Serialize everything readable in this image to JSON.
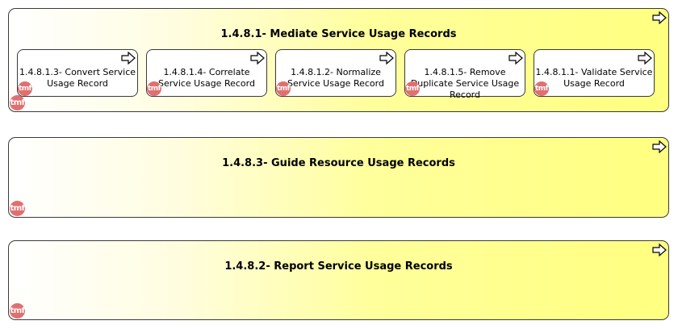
{
  "groups": [
    {
      "title": "1.4.8.1- Mediate Service Usage Records",
      "children": [
        {
          "label": "1.4.8.1.3- Convert Service Usage Record"
        },
        {
          "label": "1.4.8.1.4- Correlate Service Usage Record"
        },
        {
          "label": "1.4.8.1.2- Normalize Service Usage Record"
        },
        {
          "label": "1.4.8.1.5- Remove Duplicate Service Usage Record"
        },
        {
          "label": "1.4.8.1.1- Validate Service Usage Record"
        }
      ]
    },
    {
      "title": "1.4.8.3- Guide Resource Usage Records"
    },
    {
      "title": "1.4.8.2- Report Service Usage Records"
    }
  ],
  "badge_text": "tmf",
  "icons": {
    "process": "process-arrow-icon",
    "badge": "tmf-logo-icon"
  },
  "colors": {
    "group_fill": "#ffff80",
    "border": "#3a3a3a",
    "badge": "#e07070",
    "box_fill": "#ffffff"
  }
}
